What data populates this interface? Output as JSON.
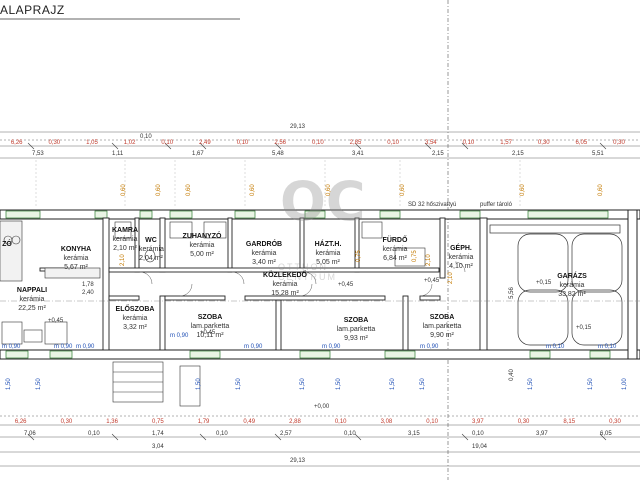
{
  "title": "ALAPRAJZ",
  "rooms": {
    "konyha": {
      "name": "KONYHA",
      "floor": "kerámia",
      "area": "5,67 m²"
    },
    "nappali": {
      "name": "NAPPALI",
      "floor": "kerámia",
      "area": "22,25 m²"
    },
    "kamra": {
      "name": "KAMRA",
      "floor": "kerámia",
      "area": "2,10 m²"
    },
    "wc": {
      "name": "WC",
      "floor": "kerámia",
      "area": "2,04 m²"
    },
    "zuhanyzo": {
      "name": "ZUHANYZÓ",
      "floor": "kerámia",
      "area": "5,00 m²"
    },
    "gardrob": {
      "name": "GARDRÓB",
      "floor": "kerámia",
      "area": "3,40 m²"
    },
    "hazt": {
      "name": "HÁZT.H.",
      "floor": "kerámia",
      "area": "5,05 m²"
    },
    "furdo": {
      "name": "FÜRDŐ",
      "floor": "kerámia",
      "area": "6,84 m²"
    },
    "gepesz": {
      "name": "GÉPH.",
      "floor": "kerámia",
      "area": "4,10 m²"
    },
    "garazs": {
      "name": "GARÁZS",
      "floor": "kerámia",
      "area": "33,82 m²"
    },
    "kozlekedo": {
      "name": "KÖZLEKEDŐ",
      "floor": "kerámia",
      "area": "15,28 m²"
    },
    "eloszoba": {
      "name": "ELŐSZOBA",
      "floor": "kerámia",
      "area": "3,32 m²"
    },
    "szoba1": {
      "name": "SZOBA",
      "floor": "lam.parketta",
      "area": "10,11 m²"
    },
    "szoba2": {
      "name": "SZOBA",
      "floor": "lam.parketta",
      "area": "9,93 m²"
    },
    "szoba3": {
      "name": "SZOBA",
      "floor": "lam.parketta",
      "area": "9,90 m²"
    },
    "zo": {
      "name": "ZÓ",
      "floor": "",
      "area": ""
    }
  },
  "notes": {
    "sd": "SD 32 hőszivattyú",
    "puffer": "puffer tároló"
  },
  "watermark": {
    "logo": "OC",
    "line": "OTTHON CENTRUM"
  },
  "dims": {
    "top_total": "29,13",
    "bottom_total": "29,13",
    "top_row1": [
      "6,26",
      "0,30",
      "1,05",
      "1,02",
      "0,10",
      "2,49",
      "0,10",
      "2,56",
      "0,10",
      "2,85",
      "0,10",
      "3,54",
      "0,10",
      "1,57",
      "0,30",
      "6,05",
      "0,30"
    ],
    "top_row2": [
      "7,53",
      "1,11",
      "1,67",
      "5,48",
      "3,41",
      "2,15",
      "2,15",
      "5,51"
    ],
    "top_row0": [
      "0,10"
    ],
    "bottom_row1": [
      "6,26",
      "0,30",
      "1,36",
      "0,75",
      "1,79",
      "0,49",
      "2,88",
      "0,10",
      "3,08",
      "0,10",
      "3,97",
      "0,30",
      "8,15",
      "0,30"
    ],
    "bottom_row2": [
      "7,06",
      "0,10",
      "1,74",
      "0,10",
      "2,57",
      "0,10",
      "3,15",
      "0,10",
      "3,97",
      "6,05"
    ],
    "bottom_row3": [
      "3,04",
      "19,04"
    ],
    "side_right": [
      "5,56",
      "0,40"
    ],
    "side_left": [
      "1,78",
      "2,40"
    ],
    "marks_m090": "m 0,90",
    "marks_m010": "m 0,10",
    "plus045": "+0,45",
    "plus015": "+0,15",
    "zero": "+0,00",
    "sill_150": "1,50",
    "sill_060": "0,60",
    "sill_210": "2,10",
    "sill_075": "0,75",
    "sill_120": "1,20",
    "sill_100": "1,00"
  }
}
